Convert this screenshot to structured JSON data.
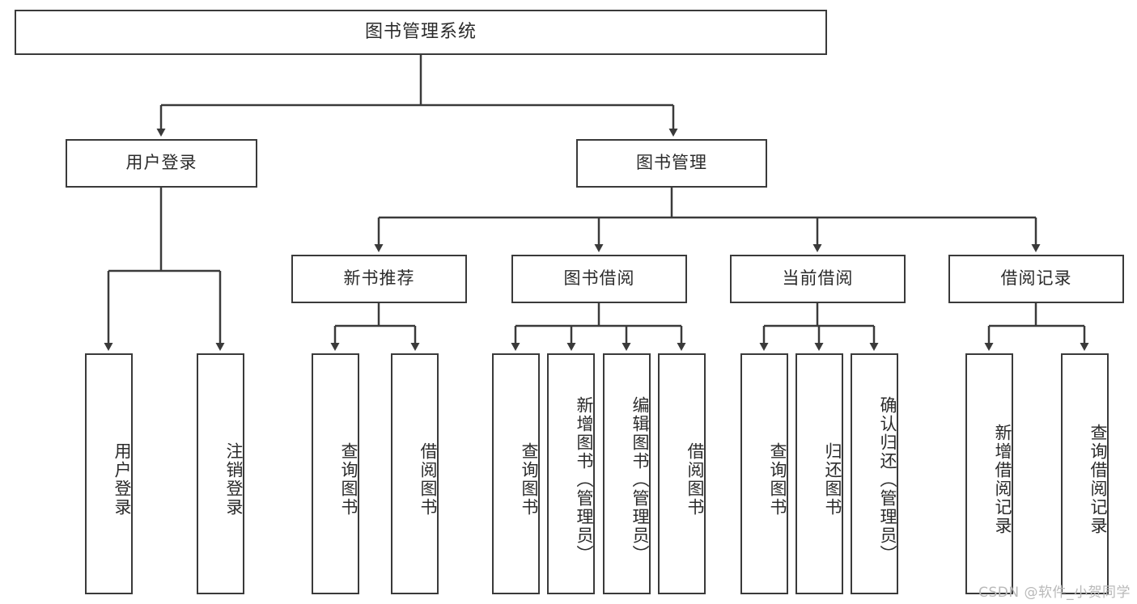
{
  "diagram": {
    "title": "图书管理系统",
    "type": "功能结构图",
    "root": {
      "id": "root",
      "label": "图书管理系统"
    },
    "level2": [
      {
        "id": "user-login",
        "label": "用户登录"
      },
      {
        "id": "book-manage",
        "label": "图书管理"
      }
    ],
    "level3": [
      {
        "id": "new-book-recommend",
        "label": "新书推荐",
        "parent": "book-manage"
      },
      {
        "id": "book-borrow",
        "label": "图书借阅",
        "parent": "book-manage"
      },
      {
        "id": "current-borrow",
        "label": "当前借阅",
        "parent": "book-manage"
      },
      {
        "id": "borrow-record",
        "label": "借阅记录",
        "parent": "book-manage"
      }
    ],
    "leaves": {
      "user_login": [
        {
          "id": "leaf-user-login",
          "label": "用户登录"
        },
        {
          "id": "leaf-logout",
          "label": "注销登录"
        }
      ],
      "new_book_recommend": [
        {
          "id": "leaf-query-book-1",
          "label": "查询图书"
        },
        {
          "id": "leaf-borrow-book-1",
          "label": "借阅图书"
        }
      ],
      "book_borrow": [
        {
          "id": "leaf-query-book-2",
          "label": "查询图书"
        },
        {
          "id": "leaf-add-book",
          "label": "新增图书（管理员）"
        },
        {
          "id": "leaf-edit-book",
          "label": "编辑图书（管理员）"
        },
        {
          "id": "leaf-borrow-book-2",
          "label": "借阅图书"
        }
      ],
      "current_borrow": [
        {
          "id": "leaf-query-book-3",
          "label": "查询图书"
        },
        {
          "id": "leaf-return-book",
          "label": "归还图书"
        },
        {
          "id": "leaf-confirm-return",
          "label": "确认归还（管理员）"
        }
      ],
      "borrow_record": [
        {
          "id": "leaf-add-record",
          "label": "新增借阅记录"
        },
        {
          "id": "leaf-query-record",
          "label": "查询借阅记录"
        }
      ]
    },
    "colors": {
      "stroke": "#3a3a3a",
      "fill": "#ffffff",
      "text": "#2b2b2b",
      "watermark": "#b9b9b9"
    }
  },
  "watermark": {
    "text": "CSDN @软件_小贺同学"
  }
}
